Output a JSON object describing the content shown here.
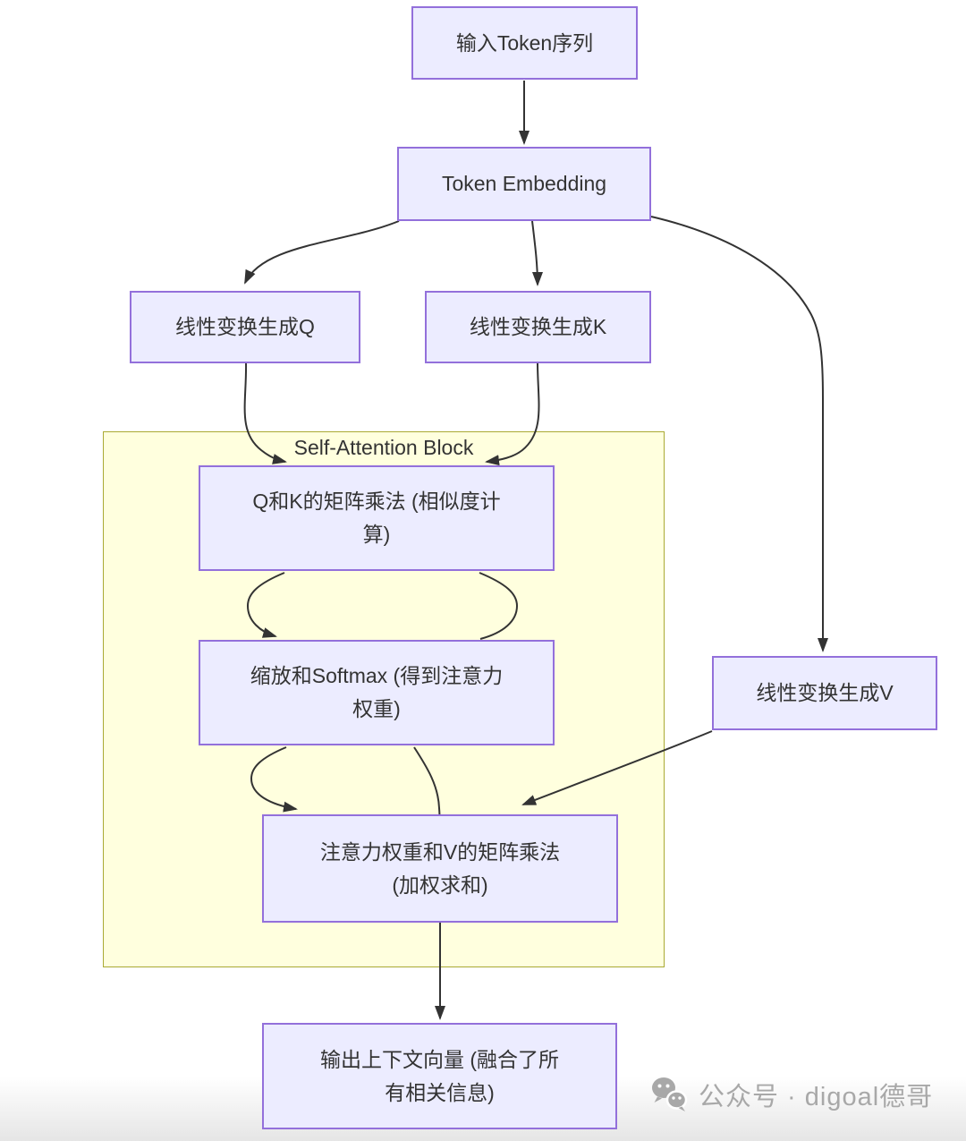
{
  "diagram": {
    "subgraph_label": "Self-Attention Block",
    "nodes": {
      "input_tokens": {
        "label": "输入Token序列"
      },
      "token_embedding": {
        "label": "Token Embedding"
      },
      "linear_q": {
        "label": "线性变换生成Q"
      },
      "linear_k": {
        "label": "线性变换生成K"
      },
      "linear_v": {
        "label": "线性变换生成V"
      },
      "qk_matmul": {
        "line1": "Q和K的矩阵乘法 (相似度计",
        "line2": "算)"
      },
      "scale_softmax": {
        "line1": "缩放和Softmax (得到注意力",
        "line2": "权重)"
      },
      "attn_v_matmul": {
        "line1": "注意力权重和V的矩阵乘法",
        "line2": "(加权求和)"
      },
      "output_context": {
        "line1": "输出上下文向量 (融合了所",
        "line2": "有相关信息)"
      }
    },
    "colors": {
      "node_fill": "#ECECFF",
      "node_border": "#9370DB",
      "cluster_fill": "#FFFFDE",
      "cluster_border": "#AAAA33",
      "edge": "#333333",
      "text": "#333333",
      "watermark": "#A8A8A8"
    }
  },
  "watermark": {
    "icon": "wechat-icon",
    "text": "公众号 · digoal德哥"
  }
}
